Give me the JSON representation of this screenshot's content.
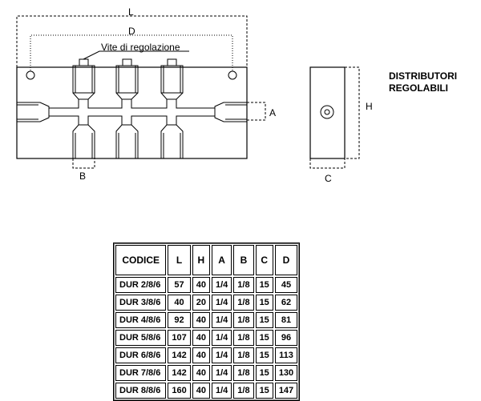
{
  "title": {
    "line1": "DISTRIBUTORI",
    "line2": "REGOLABILI"
  },
  "front_view": {
    "dim_L": "L",
    "dim_D": "D",
    "dim_A": "A",
    "dim_B": "B",
    "screw_label": "Vite di regolazione"
  },
  "side_view": {
    "dim_H": "H",
    "dim_C": "C"
  },
  "table": {
    "headers": [
      "CODICE",
      "L",
      "H",
      "A",
      "B",
      "C",
      "D"
    ],
    "rows": [
      [
        "DUR 2/8/6",
        "57",
        "40",
        "1/4",
        "1/8",
        "15",
        "45"
      ],
      [
        "DUR 3/8/6",
        "40",
        "20",
        "1/4",
        "1/8",
        "15",
        "62"
      ],
      [
        "DUR 4/8/6",
        "92",
        "40",
        "1/4",
        "1/8",
        "15",
        "81"
      ],
      [
        "DUR 5/8/6",
        "107",
        "40",
        "1/4",
        "1/8",
        "15",
        "96"
      ],
      [
        "DUR 6/8/6",
        "142",
        "40",
        "1/4",
        "1/8",
        "15",
        "113"
      ],
      [
        "DUR 7/8/6",
        "142",
        "40",
        "1/4",
        "1/8",
        "15",
        "130"
      ],
      [
        "DUR 8/8/6",
        "160",
        "40",
        "1/4",
        "1/8",
        "15",
        "147"
      ]
    ]
  }
}
